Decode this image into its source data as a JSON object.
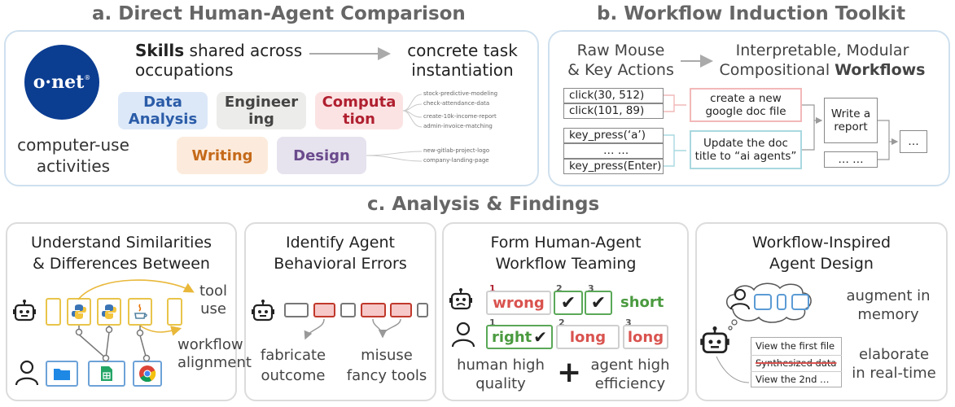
{
  "titles": {
    "a": "a. Direct Human-Agent Comparison",
    "b": "b. Workflow Induction Toolkit",
    "c": "c. Analysis & Findings"
  },
  "panel_a": {
    "logo_text": "o·net",
    "logo_mark": "®",
    "skills_bold": "Skills",
    "skills_rest_1": " shared across",
    "skills_rest_2": "occupations",
    "concrete_1": "concrete task",
    "concrete_2": "instantiation",
    "activities_1": "computer-use",
    "activities_2": "activities",
    "skills": {
      "data_1": "Data",
      "data_2": "Analysis",
      "eng_1": "Engineer",
      "eng_2": "ing",
      "comp_1": "Computa",
      "comp_2": "tion",
      "writing": "Writing",
      "design": "Design"
    },
    "tasks": [
      "stock-predictive-modeling",
      "check-attendance-data",
      "create-10k-income-report",
      "admin-invoice-matching",
      "new-gitlab-project-logo",
      "company-landing-page"
    ],
    "colors": {
      "data": "#dce8f8",
      "eng": "#ececea",
      "comp": "#fbe3e3",
      "writing": "#fcebdc",
      "design": "#e6e2ee"
    }
  },
  "panel_b": {
    "raw_1": "Raw Mouse",
    "raw_2": "& Key Actions",
    "interp_1": "Interpretable, Modular",
    "interp_2": "Compositional ",
    "interp_bold": "Workflows",
    "actions_top": [
      "click(30, 512)",
      "click(101, 89)"
    ],
    "actions_bottom": [
      "key_press(‘a’)",
      "… …",
      "key_press(Enter)"
    ],
    "step1_1": "create a new",
    "step1_2": "google doc file",
    "step2_1": "Update the doc",
    "step2_2": "title to “ai agents”",
    "report_1": "Write a",
    "report_2": "report",
    "dots_small": "… …",
    "dots": "…"
  },
  "panel_c1": {
    "title_1": "Understand Similarities",
    "title_2": "& Differences Between",
    "tool_1": "tool",
    "tool_2": "use",
    "wf_1": "workflow",
    "wf_2": "alignment"
  },
  "panel_c2": {
    "title_1": "Identify Agent",
    "title_2": "Behavioral Errors",
    "err1_1": "fabricate",
    "err1_2": "outcome",
    "err2_1": "misuse",
    "err2_2": "fancy tools"
  },
  "panel_c3": {
    "title_1": "Form Human-Agent",
    "title_2": "Workflow Teaming",
    "wrong": "wrong",
    "short": "short",
    "right": "right",
    "long": "long",
    "check": "✔",
    "n1": "1",
    "n2": "2",
    "n3": "3",
    "human_1": "human high",
    "human_2": "quality",
    "plus": "+",
    "agent_1": "agent high",
    "agent_2": "efficiency"
  },
  "panel_c4": {
    "title_1": "Workflow-Inspired",
    "title_2": "Agent Design",
    "augment_1": "augment in",
    "augment_2": "memory",
    "elab_1": "elaborate",
    "elab_2": "in real-time",
    "steps": [
      "View the first file",
      "Synthesized data",
      "View the 2nd …"
    ]
  }
}
